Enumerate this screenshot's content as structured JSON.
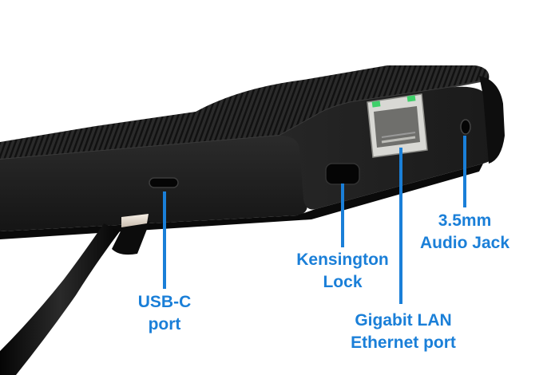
{
  "colors": {
    "accent": "#1a7fd8",
    "device_body": "#1e1e1e",
    "device_shadow": "#0d0d0d",
    "port_led": "#3fd06a"
  },
  "labels": {
    "usbc": {
      "line1": "USB-C",
      "line2": "port"
    },
    "kensington": {
      "line1": "Kensington",
      "line2": "Lock"
    },
    "lan": {
      "line1": "Gigabit LAN",
      "line2": "Ethernet port"
    },
    "audio": {
      "line1": "3.5mm",
      "line2": "Audio Jack"
    }
  }
}
